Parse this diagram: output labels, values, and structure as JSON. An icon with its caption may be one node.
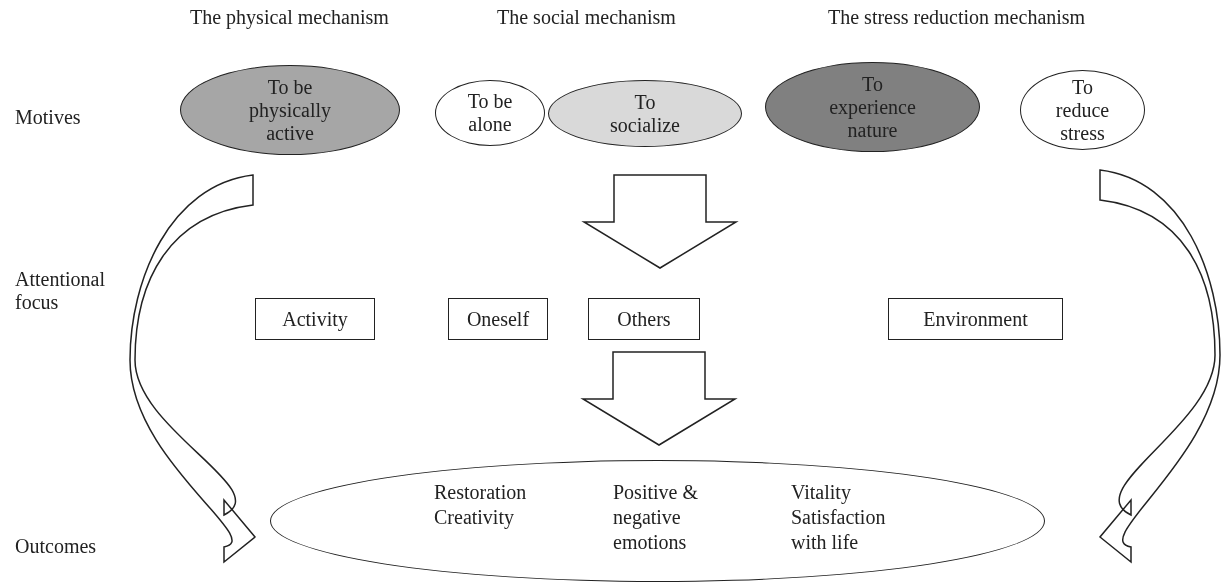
{
  "diagram": {
    "nodes": [
      {
        "text": [
          "To be physically active"
        ]
      },
      {
        "text": [
          "To be alone"
        ]
      },
      {
        "text": [
          "To socialize"
        ]
      },
      {
        "text": [
          "To experience nature"
        ]
      },
      {
        "text": [
          "To reduce stress"
        ]
      },
      {
        "text": [
          "Activity"
        ]
      },
      {
        "text": [
          "Oneself"
        ]
      },
      {
        "text": [
          "Others"
        ]
      },
      {
        "text": [
          "Environment"
        ]
      },
      {
        "text": [
          "Restoration",
          "Creativity",
          "Positive & negative emotions",
          "Vitality",
          "Satisfaction with life"
        ]
      }
    ],
    "edges": [
      {
        "from": 0,
        "to": 9,
        "arrow": "to"
      },
      {
        "from": 2,
        "to": 7,
        "arrow": "to"
      },
      {
        "from": 7,
        "to": 9,
        "arrow": "to"
      },
      {
        "from": 4,
        "to": 9,
        "arrow": "to"
      }
    ],
    "labels": [
      "The physical mechanism",
      "The social mechanism",
      "The stress reduction mechanism",
      "Motives",
      "Attentional focus",
      "Outcomes"
    ]
  }
}
